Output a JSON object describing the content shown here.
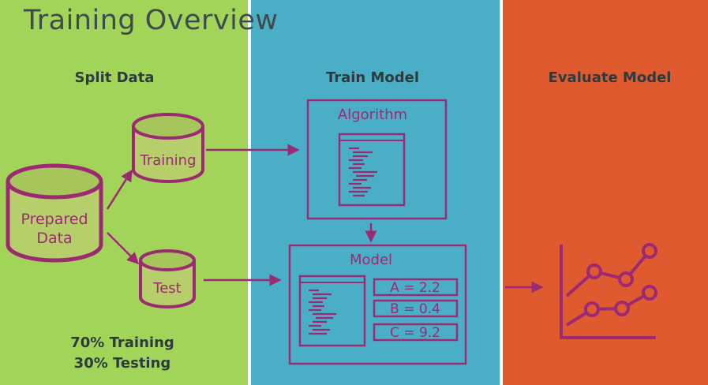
{
  "title": "Training Overview",
  "sections": {
    "split": {
      "heading": "Split Data",
      "color": "#a3d45a"
    },
    "train": {
      "heading": "Train Model",
      "color": "#4aafc6"
    },
    "evaluate": {
      "heading": "Evaluate Model",
      "color": "#e05a30"
    }
  },
  "nodes": {
    "prepared_data": [
      "Prepared",
      "Data"
    ],
    "training": "Training",
    "test": "Test",
    "algorithm": "Algorithm",
    "model": "Model"
  },
  "parameters": [
    "A = 2.2",
    "B = 0.4",
    "C = 9.2"
  ],
  "split_ratio": {
    "training": "70% Training",
    "testing": "30% Testing"
  },
  "line_color": "#9b2a73",
  "icons": [
    "database-icon",
    "code-window-icon",
    "line-chart-icon"
  ]
}
